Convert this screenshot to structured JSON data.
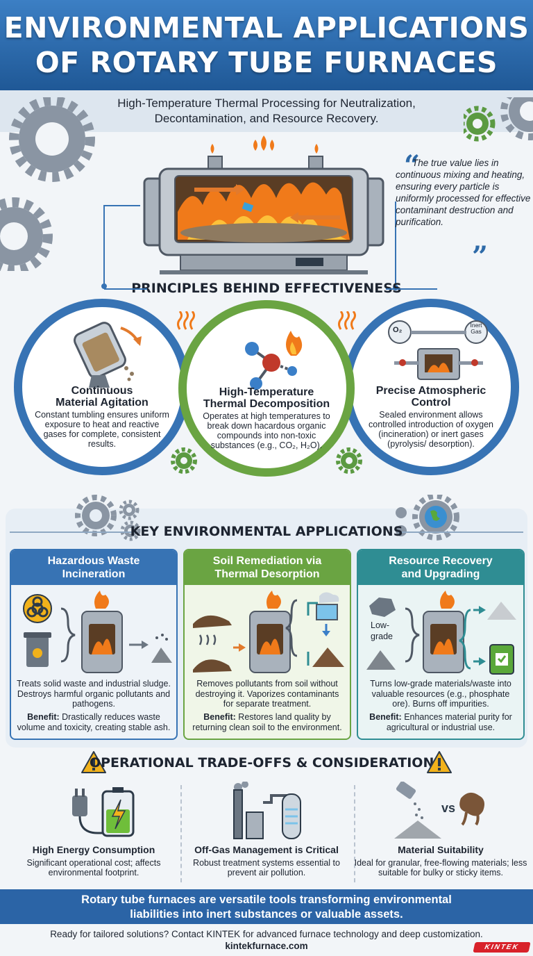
{
  "header": {
    "title_line1": "ENVIRONMENTAL APPLICATIONS",
    "title_line2": "OF ROTARY TUBE FURNACES",
    "subtitle_line1": "High-Temperature Thermal Processing for Neutralization,",
    "subtitle_line2": "Decontamination, and Resource Recovery."
  },
  "quote": {
    "text": "The true value lies in continuous mixing and heating, ensuring every particle is uniformly processed for effective contaminant destruction and purification."
  },
  "principles": {
    "title": "PRINCIPLES BEHIND EFFECTIVENESS",
    "items": [
      {
        "title_line1": "Continuous",
        "title_line2": "Material Agitation",
        "desc": "Constant tumbling ensures uniform exposure to heat and reactive gases for complete, consistent results."
      },
      {
        "title_line1": "High-Temperature",
        "title_line2": "Thermal Decomposition",
        "desc": "Operates at high temperatures to break down hacardous organic compounds into non-toxic substances (e.g., CO₂, H₂O)."
      },
      {
        "title_line1": "Precise Atmospheric",
        "title_line2": "Control",
        "desc": "Sealed environment allows controlled introduction of oxygen (incineration) or inert gases (pyrolysis/ desorption)."
      }
    ],
    "icon_labels": {
      "o2": "O₂",
      "inert": "Inert Gas"
    }
  },
  "applications": {
    "title": "KEY ENVIRONMENTAL APPLICATIONS",
    "benefit_label": "Benefit:",
    "cards": [
      {
        "title_line1": "Hazardous Waste",
        "title_line2": "Incineration",
        "desc": "Treats solid waste and industrial sludge. Destroys harmful organic pollutants and pathogens.",
        "benefit": "Drastically reduces waste volume and toxicity, creating stable ash."
      },
      {
        "title_line1": "Soil Remediation via",
        "title_line2": "Thermal Desorption",
        "desc": "Removes pollutants from soil without destroying it. Vaporizes contaminants for separate treatment.",
        "benefit": "Restores land quality by returning clean soil to the environment."
      },
      {
        "title_line1": "Resource Recovery",
        "title_line2": "and Upgrading",
        "desc": "Turns low-grade materials/waste into valuable resources (e.g., phosphate ore). Burns off impurities.",
        "benefit": "Enhances material purity for agricultural or industrial use.",
        "low_grade_label": "Low-grade"
      }
    ]
  },
  "tradeoffs": {
    "title": "OPERATIONAL TRADE-OFFS & CONSIDERATIONS",
    "vs_label": "vs",
    "items": [
      {
        "title": "High Energy Consumption",
        "desc": "Significant operational cost; affects environmental footprint."
      },
      {
        "title": "Off-Gas Management is Critical",
        "desc": "Robust treatment systems essential to prevent air pollution."
      },
      {
        "title": "Material Suitability",
        "desc": "Ideal for granular, free-flowing materials; less suitable for bulky or sticky items."
      }
    ]
  },
  "footer": {
    "summary_line1": "Rotary tube furnaces are versatile tools transforming environmental",
    "summary_line2": "liabilities into inert substances or valuable assets.",
    "cta": "Ready for tailored solutions? Contact KINTEK for advanced furnace technology and deep customization.",
    "url": "kintekfurnace.com",
    "logo_text": "KINTEK"
  },
  "colors": {
    "blue": "#3773b4",
    "green": "#6aa442",
    "teal": "#2f8d93",
    "flame": "#f07a1a",
    "warning": "#f2b21b"
  }
}
